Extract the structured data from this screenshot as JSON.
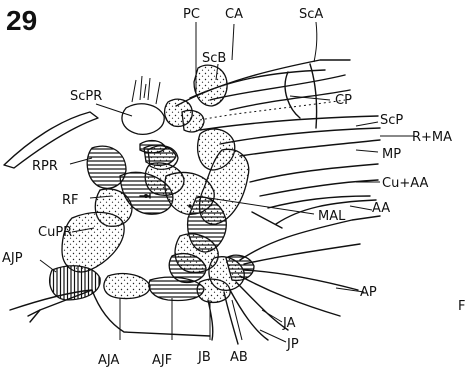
{
  "figure_number": "29",
  "labels": {
    "PC": "PC",
    "CA": "CA",
    "ScA": "ScA",
    "ScB": "ScB",
    "ScPR": "ScPR",
    "CP": "CP",
    "ScP": "ScP",
    "RMA": "R+MA",
    "MP": "MP",
    "RPR": "RPR",
    "CuAA": "Cu+AA",
    "RF": "RF",
    "MAL": "MAL",
    "AA": "AA",
    "CuPR": "CuPR",
    "AJP": "AJP",
    "AP": "AP",
    "JA": "JA",
    "JP": "JP",
    "AJA": "AJA",
    "AJF": "AJF",
    "JB": "JB",
    "AB": "AB",
    "F": "F"
  }
}
